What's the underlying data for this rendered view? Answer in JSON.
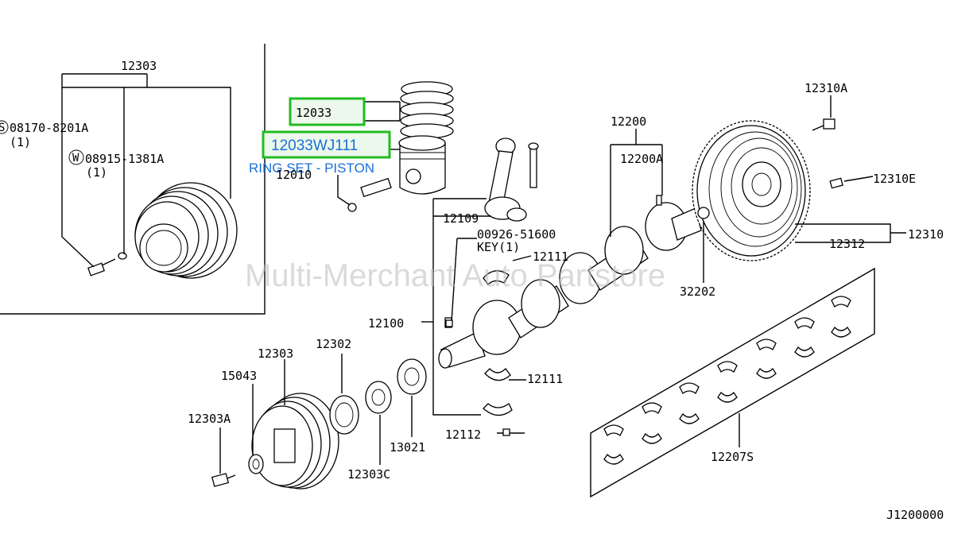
{
  "watermark": "Multi-Merchant Auto Partstore",
  "diagram_code": "J1200000",
  "highlight": {
    "box1_label": "12033",
    "box2_label": "12033WJ111",
    "caption": "RING SET - PISTON",
    "color": "#22bb22",
    "text_color": "#1a6fd6"
  },
  "labels": {
    "p12303_top": "12303",
    "p08170": "08170-8201A",
    "p08170_qty": "(1)",
    "p08915": "08915-1381A",
    "p08915_qty": "(1)",
    "p12010": "12010",
    "p12200": "12200",
    "p12200A": "12200A",
    "p12310A": "12310A",
    "p12310E": "12310E",
    "p12310": "12310",
    "p12312": "12312",
    "p32202": "32202",
    "p12109": "12109",
    "p00926": "00926-51600",
    "p_key": "KEY(1)",
    "p12111_top": "12111",
    "p12111_bot": "12111",
    "p12100": "12100",
    "p12112": "12112",
    "p12302": "12302",
    "p12303_bot": "12303",
    "p15043": "15043",
    "p12303A": "12303A",
    "p12303C": "12303C",
    "p13021": "13021",
    "p12207S": "12207S"
  },
  "icons": {
    "circle_s": "S",
    "circle_w": "W"
  }
}
